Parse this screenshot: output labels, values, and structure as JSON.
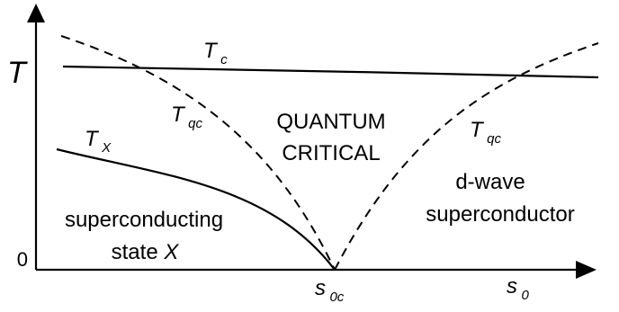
{
  "axes": {
    "y_label": "T",
    "x_label_main": "s",
    "x_label_sub": "0",
    "origin_label": "0",
    "critical_point_main": "s",
    "critical_point_sub": "0c"
  },
  "curves": {
    "tc_main": "T",
    "tc_sub": "c",
    "tx_main": "T",
    "tx_sub": "X",
    "tqc_left_main": "T",
    "tqc_left_sub": "qc",
    "tqc_right_main": "T",
    "tqc_right_sub": "qc"
  },
  "regions": {
    "quantum_critical_line1": "QUANTUM",
    "quantum_critical_line2": "CRITICAL",
    "d_wave_line1": "d-wave",
    "d_wave_line2": "superconductor",
    "sc_state_line1": "superconducting",
    "sc_state_line2_prefix": "state ",
    "sc_state_line2_var": "X"
  }
}
